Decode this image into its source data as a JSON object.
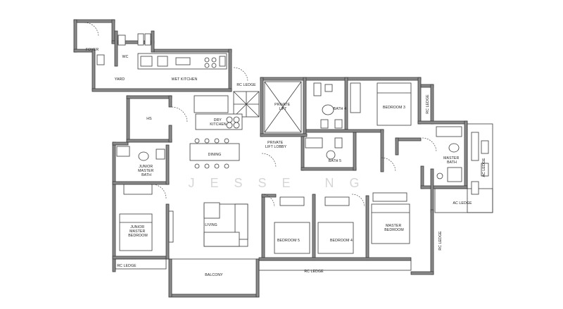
{
  "watermark": "JESSE NG",
  "labels": {
    "foyer": "FOYER",
    "wc": "WC",
    "yard": "YARD",
    "wet_kitchen": "WET KITCHEN",
    "rc_ledge_top": "RC LEDGE",
    "private_lift": [
      "PRIVATE",
      "LIFT"
    ],
    "bath4": "BATH 4",
    "bedroom_top": "BEDROOM 3",
    "rc_ledge_right_top": "RC LEDGE",
    "hs": "HS",
    "dry_kitchen": [
      "DRY",
      "KITCHEN"
    ],
    "dining": "DINING",
    "private_lift_lobby": [
      "PRIVATE",
      "LIFT LOBBY"
    ],
    "bath5": "BATH 5",
    "master_bath": [
      "MASTER",
      "BATH"
    ],
    "ac_ledge_vertical": "AC LEDGE",
    "ac_ledge_horizontal": "AC LEDGE",
    "junior_master_bath": [
      "JUNIOR",
      "MASTER",
      "BATH"
    ],
    "living": "LIVING",
    "junior_master_bedroom": [
      "JUNIOR",
      "MASTER",
      "BEDROOM"
    ],
    "bedroom5": "BEDROOM 5",
    "bedroom4": "BEDROOM 4",
    "master_bedroom": [
      "MASTER",
      "BEDROOM"
    ],
    "rc_ledge_right_bottom": "RC LEDGE",
    "rc_ledge_left_bottom": "RC LEDGE",
    "balcony": "BALCONY",
    "rc_ledge_bottom": "RC LEDGE"
  }
}
